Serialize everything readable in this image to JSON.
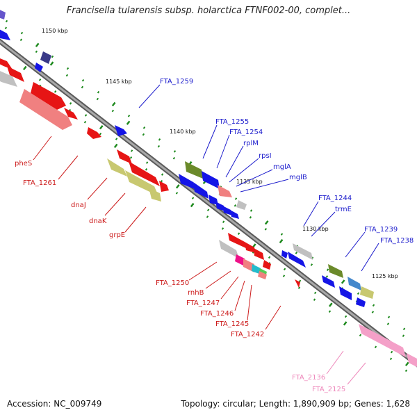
{
  "title": "Francisella tularensis subsp. holarctica FTNF002-00, complet...",
  "footer": {
    "accession": "Accession: NC_009749",
    "stats": "Topology: circular; Length: 1,890,909 bp; Genes: 1,628"
  },
  "colors": {
    "backbone": "#808080",
    "forward_label": "#1a1acc",
    "reverse_label": "#cc1a1a",
    "rna_label": "#ee88bb",
    "tick": "#1e8a1e"
  },
  "scale_labels": [
    "1150 kbp",
    "1145 kbp",
    "1140 kbp",
    "1135 kbp",
    "1130 kbp",
    "1125 kbp"
  ],
  "forward_gene_labels": [
    "FTA_1259",
    "FTA_1255",
    "FTA_1254",
    "rplM",
    "rpsI",
    "mglA",
    "mglB",
    "FTA_1244",
    "trmE",
    "FTA_1239",
    "FTA_1238"
  ],
  "reverse_gene_labels": [
    "pheS",
    "FTA_1261",
    "dnaJ",
    "dnaK",
    "grpE",
    "FTA_1250",
    "rnhB",
    "FTA_1247",
    "FTA_1246",
    "FTA_1245",
    "FTA_1242"
  ],
  "rna_gene_labels": [
    "FTA_2136",
    "FTA_2125"
  ]
}
